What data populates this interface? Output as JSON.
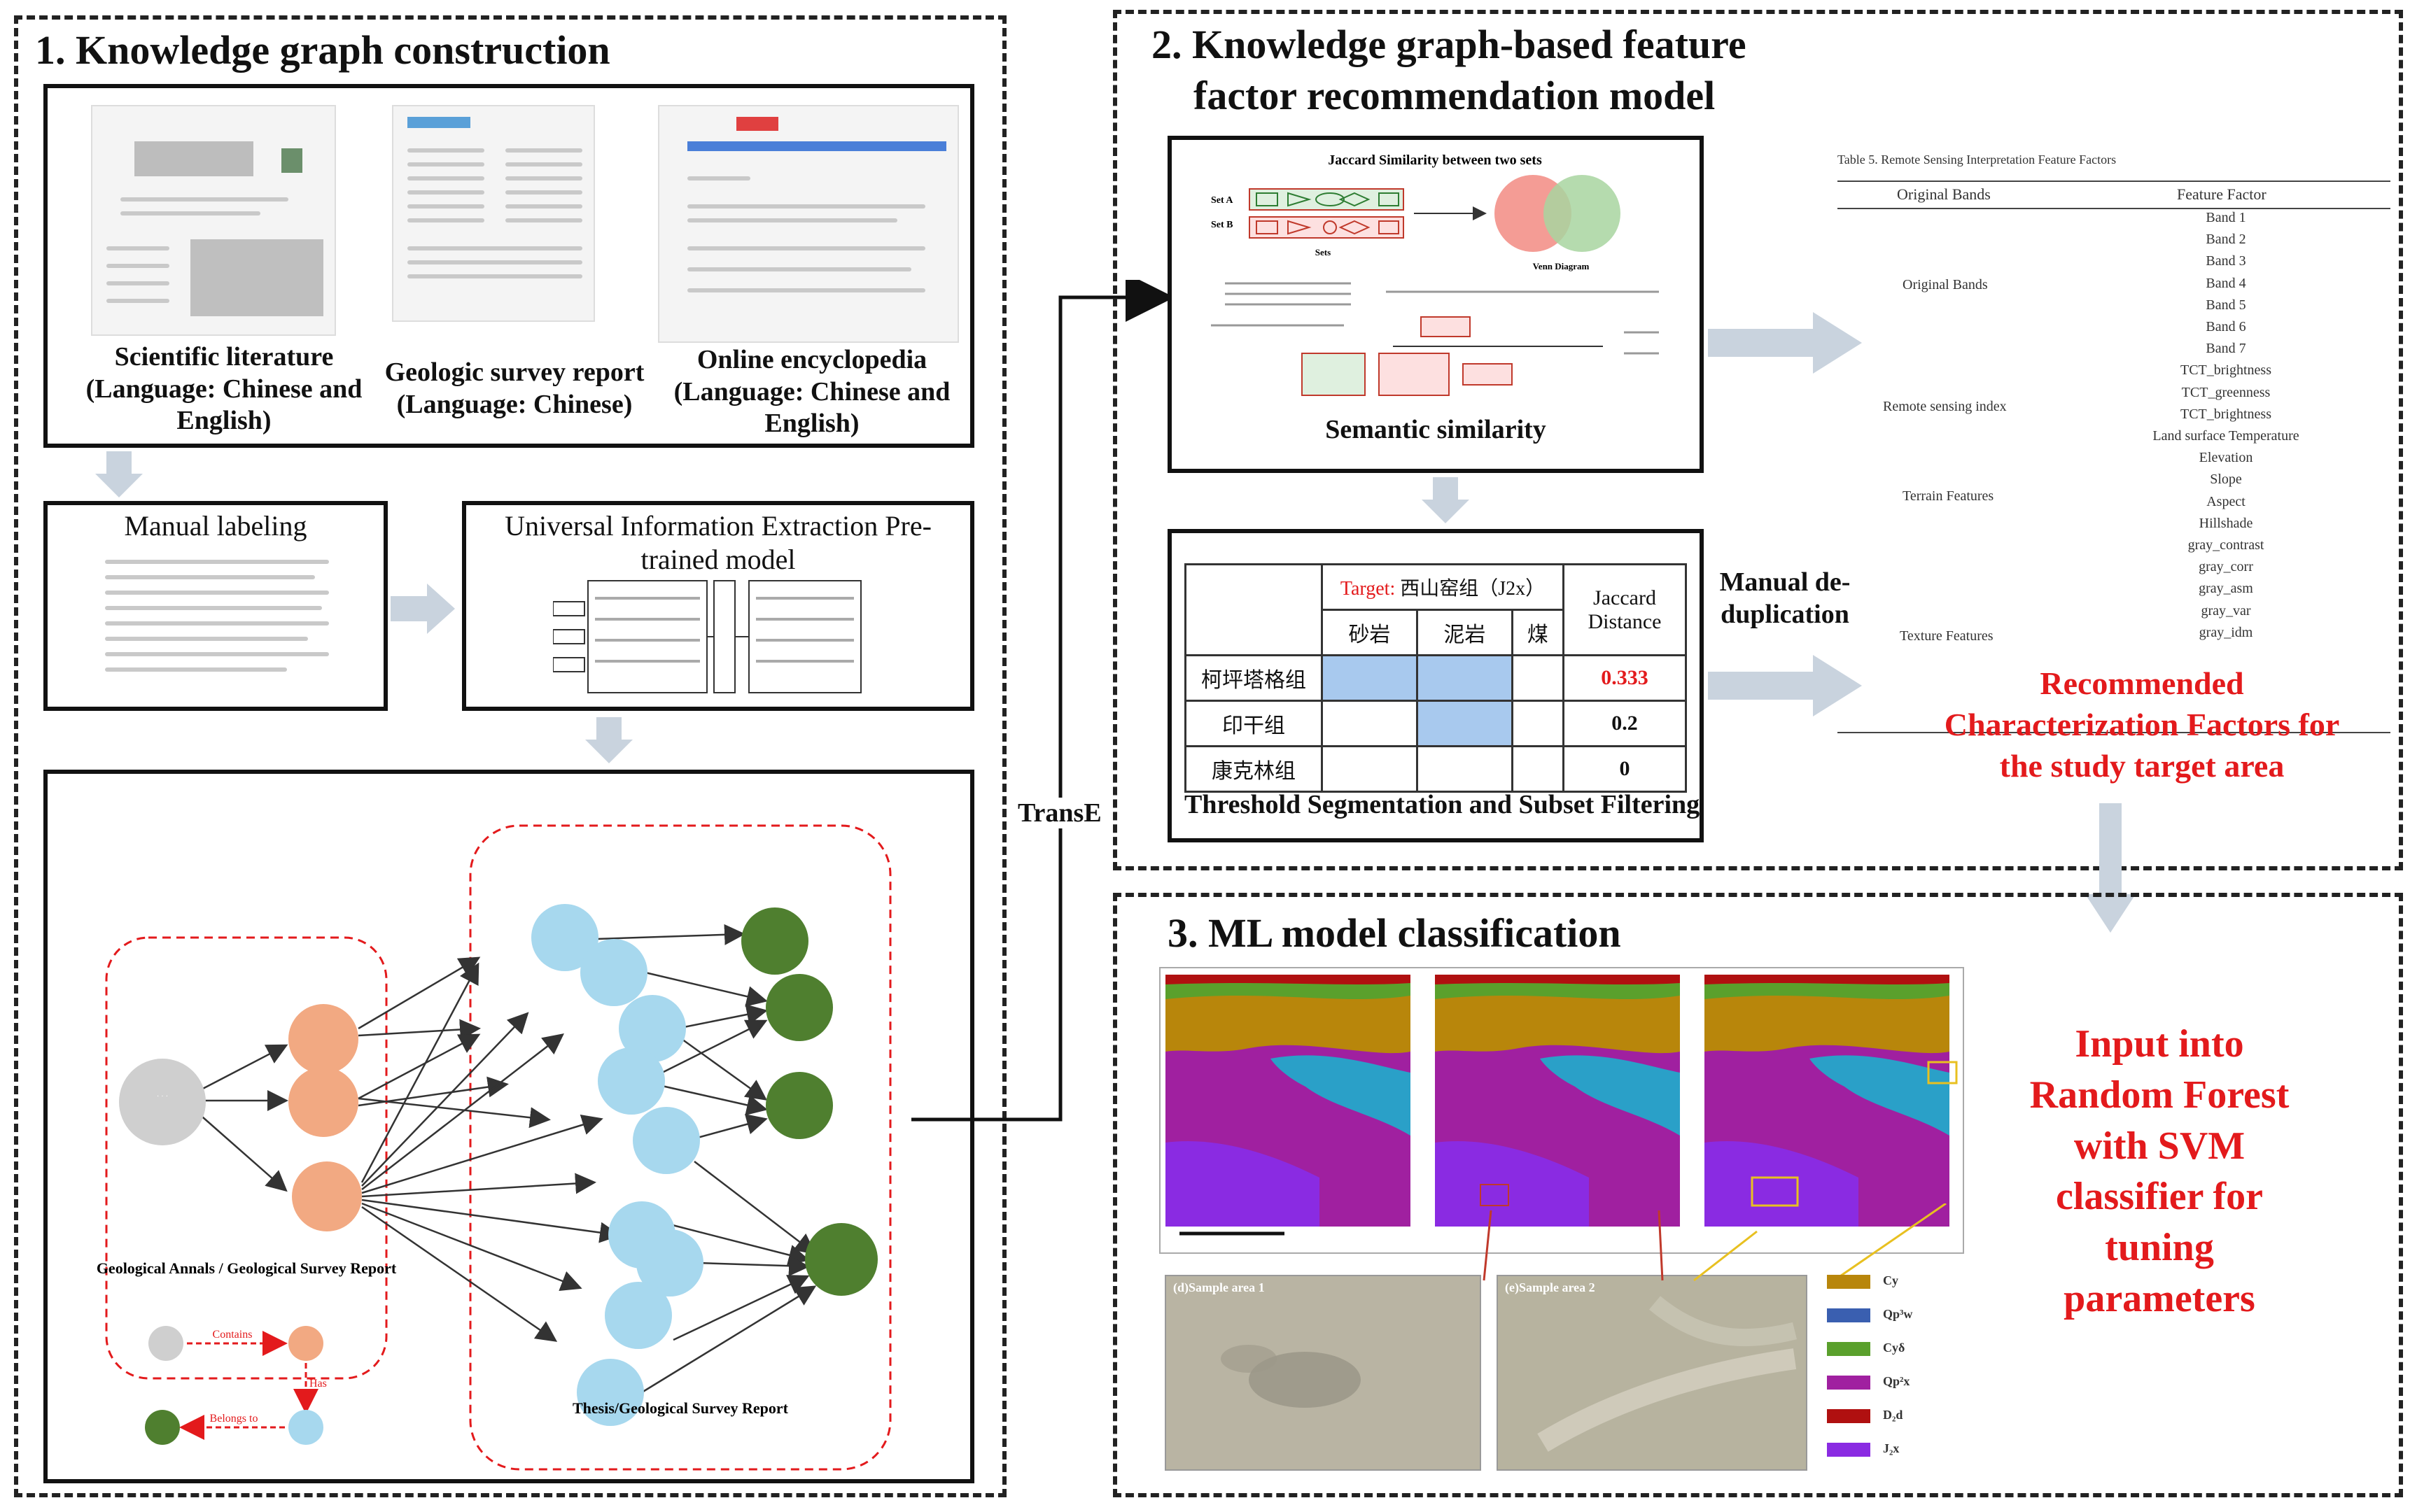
{
  "panel1": {
    "title": "1. Knowledge graph construction",
    "sources": [
      {
        "label": "Scientific literature (Language: Chinese and English)"
      },
      {
        "label": "Geologic survey report (Language: Chinese)"
      },
      {
        "label": "Online encyclopedia (Language: Chinese and English)"
      }
    ],
    "manual_labeling": "Manual labeling",
    "uie_model": "Universal Information Extraction Pre-trained model",
    "kg": {
      "left_group_label": "Geological Annals / Geological Survey Report",
      "right_group_label": "Thesis/Geological Survey Report",
      "legend_contains": "Contains",
      "legend_has": "Has",
      "legend_belongs": "Belongs to"
    }
  },
  "transE": "TransE",
  "panel2": {
    "title_line1": "2. Knowledge graph-based feature",
    "title_line2": "factor recommendation model",
    "semantic_similarity": "Semantic similarity",
    "jaccard_title": "Jaccard Similarity between two sets",
    "set_a": "Set A",
    "set_b": "Set B",
    "sets": "Sets",
    "venn": "Venn Diagram",
    "threshold_caption": "Threshold Segmentation and Subset Filtering",
    "manual_dedup": "Manual de-duplication",
    "table": {
      "target_label": "Target:",
      "target_name": "西山窑组（J2x）",
      "cols": [
        "砂岩",
        "泥岩",
        "煤"
      ],
      "distance_header": "Jaccard Distance",
      "rows": [
        {
          "name": "柯坪塔格组",
          "distance": "0.333"
        },
        {
          "name": "印干组",
          "distance": "0.2"
        },
        {
          "name": "康克林组",
          "distance": "0"
        }
      ]
    },
    "feature_table": {
      "caption": "Table 5. Remote Sensing Interpretation Feature Factors",
      "col1": "Original Bands",
      "col2": "Feature Factor",
      "groups": [
        "Original Bands",
        "Remote sensing index",
        "Terrain Features",
        "Texture Features"
      ],
      "factors": [
        "Band 1",
        "Band 2",
        "Band 3",
        "Band 4",
        "Band 5",
        "Band 6",
        "Band 7",
        "TCT_brightness",
        "TCT_greenness",
        "TCT_brightness",
        "Land surface Temperature",
        "Elevation",
        "Slope",
        "Aspect",
        "Hillshade",
        "gray_contrast",
        "gray_corr",
        "gray_asm",
        "gray_var",
        "gray_idm"
      ]
    },
    "recommended": "Recommended Characterization Factors for the study target area"
  },
  "panel3": {
    "title": "3. ML model classification",
    "input_text": "Input into Random Forest with SVM classifier for tuning parameters",
    "sample1": "(d)Sample area 1",
    "sample2": "(e)Sample area 2",
    "legend": [
      {
        "label": "Cy",
        "color": "#b8860b"
      },
      {
        "label": "Qp³w",
        "color": "#3a5fb0"
      },
      {
        "label": "Cyδ",
        "color": "#5aa02c"
      },
      {
        "label": "Qp²x",
        "color": "#a020a0"
      },
      {
        "label": "D₂d",
        "color": "#b01010"
      },
      {
        "label": "J₂x",
        "color": "#8a2be2"
      }
    ]
  },
  "colors": {
    "accent_red": "#e31a1c",
    "node_blue": "#a7d8ee",
    "node_green": "#4f7f2f",
    "node_orange": "#f2a982",
    "node_gray": "#cfcfcf",
    "arrow_gray": "#c9d3de"
  }
}
